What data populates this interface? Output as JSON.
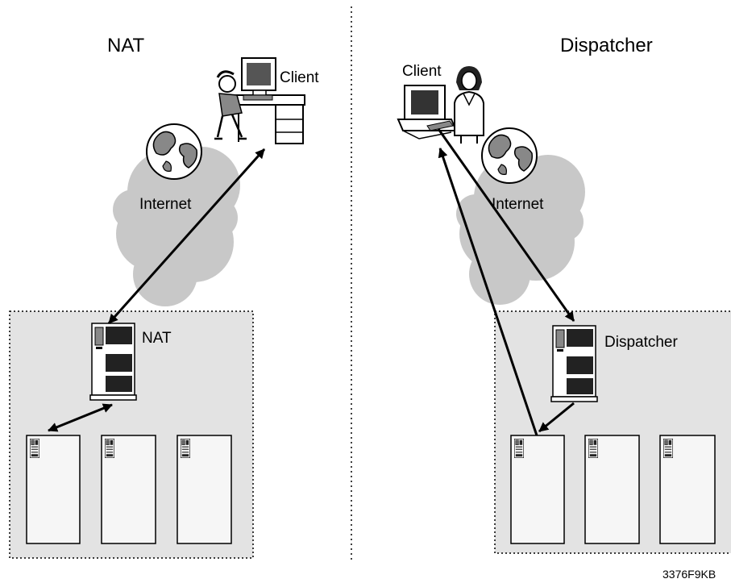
{
  "left_panel": {
    "title": "NAT",
    "client_label": "Client",
    "cloud_label": "Internet",
    "server_label": "NAT"
  },
  "right_panel": {
    "title": "Dispatcher",
    "client_label": "Client",
    "cloud_label": "Internet",
    "server_label": "Dispatcher"
  },
  "figure_id": "3376F9KB",
  "colors": {
    "cloud": "#c8c8c8",
    "server_area": "#e3e3e3",
    "server_body": "#f6f6f6",
    "line": "#000000"
  },
  "icons": [
    "globe-icon",
    "desktop-computer-icon",
    "server-icon"
  ]
}
